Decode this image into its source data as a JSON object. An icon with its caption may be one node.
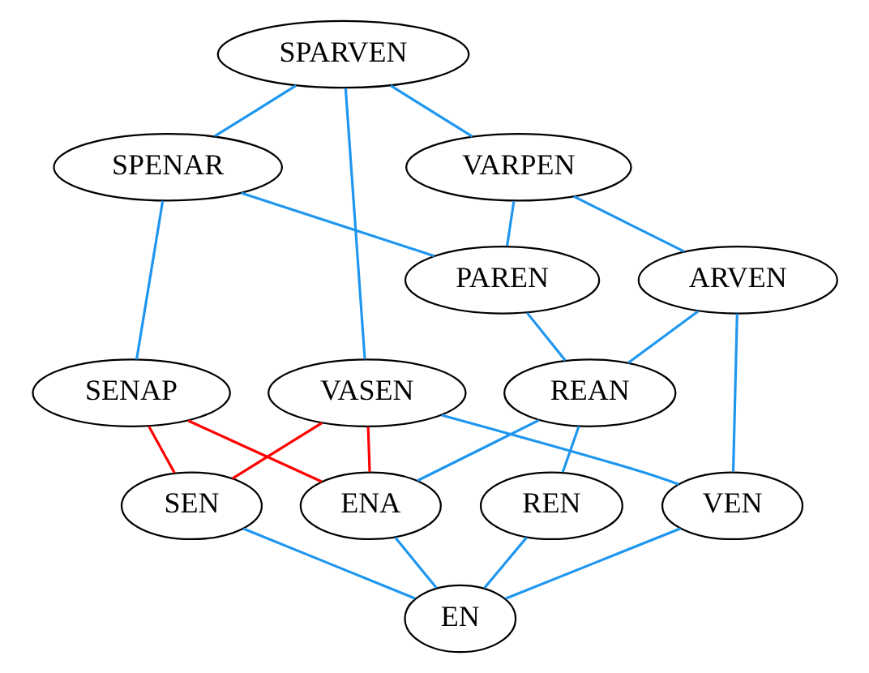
{
  "diagram": {
    "nodes": [
      {
        "text": [
          "SPARVEN"
        ]
      },
      {
        "text": [
          "SPENAR"
        ]
      },
      {
        "text": [
          "VARPEN"
        ]
      },
      {
        "text": [
          "SENAP"
        ]
      },
      {
        "text": [
          "VASEN"
        ]
      },
      {
        "text": [
          "PAREN"
        ]
      },
      {
        "text": [
          "ARVEN"
        ]
      },
      {
        "text": [
          "REAN"
        ]
      },
      {
        "text": [
          "SEN"
        ]
      },
      {
        "text": [
          "VEN"
        ]
      },
      {
        "text": [
          "ENA"
        ]
      },
      {
        "text": [
          "REN"
        ]
      },
      {
        "text": [
          "EN"
        ]
      }
    ],
    "edges": [
      {
        "from": 0,
        "to": 1,
        "arrow": "none"
      },
      {
        "from": 0,
        "to": 4,
        "arrow": "none"
      },
      {
        "from": 0,
        "to": 2,
        "arrow": "none"
      },
      {
        "from": 1,
        "to": 3,
        "arrow": "none"
      },
      {
        "from": 1,
        "to": 5,
        "arrow": "none"
      },
      {
        "from": 2,
        "to": 5,
        "arrow": "none"
      },
      {
        "from": 2,
        "to": 6,
        "arrow": "none"
      },
      {
        "from": 5,
        "to": 7,
        "arrow": "none"
      },
      {
        "from": 6,
        "to": 9,
        "arrow": "none"
      },
      {
        "from": 6,
        "to": 7,
        "arrow": "none"
      },
      {
        "from": 7,
        "to": 10,
        "arrow": "none"
      },
      {
        "from": 7,
        "to": 11,
        "arrow": "none"
      },
      {
        "from": 3,
        "to": 8,
        "arrow": "none",
        "color": "#ff0000"
      },
      {
        "from": 3,
        "to": 10,
        "arrow": "none",
        "color": "#ff0000"
      },
      {
        "from": 4,
        "to": 8,
        "arrow": "none",
        "color": "#ff0000"
      },
      {
        "from": 4,
        "to": 9,
        "arrow": "none"
      },
      {
        "from": 4,
        "to": 10,
        "arrow": "none",
        "color": "#ff0000"
      },
      {
        "from": 8,
        "to": 12,
        "arrow": "none"
      },
      {
        "from": 9,
        "to": 12,
        "arrow": "none"
      },
      {
        "from": 10,
        "to": 12,
        "arrow": "none"
      },
      {
        "from": 11,
        "to": 12,
        "arrow": "none"
      }
    ]
  }
}
